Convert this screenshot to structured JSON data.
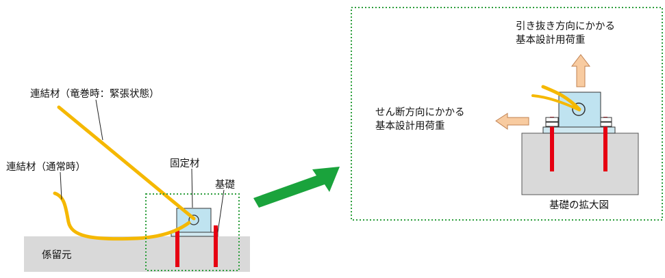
{
  "labels": {
    "tie_tornado": "連結材（竜巻時：緊張状態）",
    "tie_normal": "連結材（通常時）",
    "fixing_member": "固定材",
    "foundation": "基礎",
    "mooring_base": "係留元",
    "uplift_line1": "引き抜き方向にかかる",
    "uplift_line2": "基本設計用荷重",
    "shear_line1": "せん断方向にかかる",
    "shear_line2": "基本設計用荷重",
    "enlarged_caption": "基礎の拡大図"
  },
  "colors": {
    "tie_rope": "#f5b800",
    "anchor_bolt": "#e60012",
    "ground": "#d9d9d9",
    "fixing_block": "#bfe3f0",
    "load_arrow": "#f8cba0",
    "load_arrow_border": "#c08050",
    "pointer_arrow": "#1aa33c",
    "dotted_frame": "#2a9d3a"
  }
}
